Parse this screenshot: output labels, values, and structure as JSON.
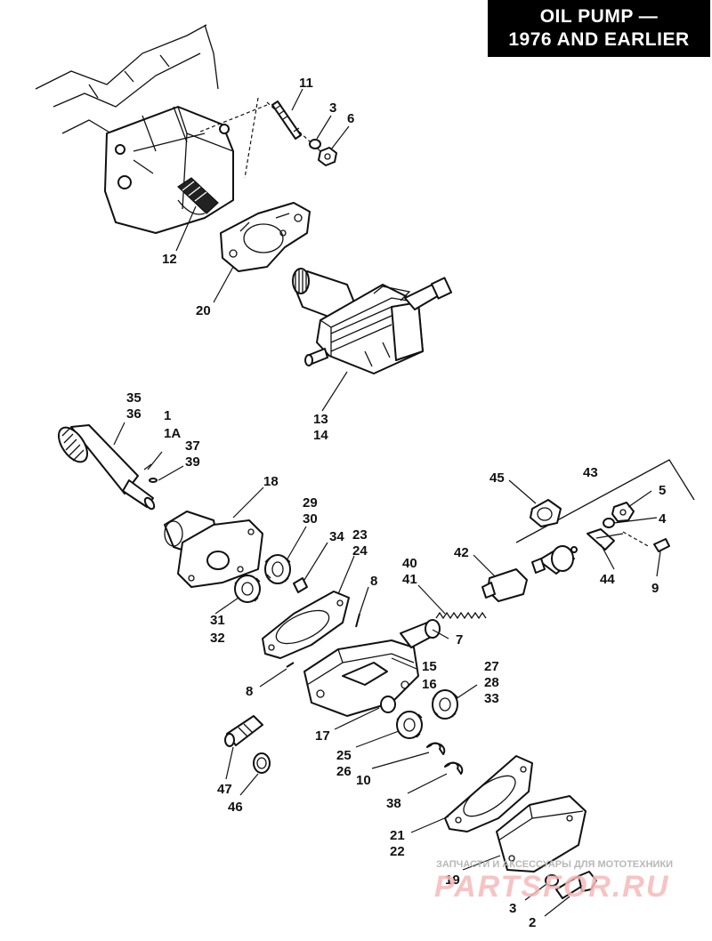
{
  "title": {
    "line1": "OIL PUMP —",
    "line2": "1976 AND EARLIER"
  },
  "callouts": [
    {
      "id": "c11",
      "text": "11"
    },
    {
      "id": "c3a",
      "text": "3"
    },
    {
      "id": "c6",
      "text": "6"
    },
    {
      "id": "c12",
      "text": "12"
    },
    {
      "id": "c20",
      "text": "20"
    },
    {
      "id": "c13",
      "text": "13"
    },
    {
      "id": "c14",
      "text": "14"
    },
    {
      "id": "c35",
      "text": "35"
    },
    {
      "id": "c36",
      "text": "36"
    },
    {
      "id": "c1",
      "text": "1"
    },
    {
      "id": "c1a",
      "text": "1A"
    },
    {
      "id": "c37",
      "text": "37"
    },
    {
      "id": "c39",
      "text": "39"
    },
    {
      "id": "c18",
      "text": "18"
    },
    {
      "id": "c29",
      "text": "29"
    },
    {
      "id": "c30",
      "text": "30"
    },
    {
      "id": "c34",
      "text": "34"
    },
    {
      "id": "c23",
      "text": "23"
    },
    {
      "id": "c24",
      "text": "24"
    },
    {
      "id": "c8a",
      "text": "8"
    },
    {
      "id": "c31",
      "text": "31"
    },
    {
      "id": "c32",
      "text": "32"
    },
    {
      "id": "c40",
      "text": "40"
    },
    {
      "id": "c41",
      "text": "41"
    },
    {
      "id": "c42",
      "text": "42"
    },
    {
      "id": "c45",
      "text": "45"
    },
    {
      "id": "c43",
      "text": "43"
    },
    {
      "id": "c5",
      "text": "5"
    },
    {
      "id": "c4",
      "text": "4"
    },
    {
      "id": "c44",
      "text": "44"
    },
    {
      "id": "c9",
      "text": "9"
    },
    {
      "id": "c7",
      "text": "7"
    },
    {
      "id": "c15",
      "text": "15"
    },
    {
      "id": "c16",
      "text": "16"
    },
    {
      "id": "c8b",
      "text": "8"
    },
    {
      "id": "c27",
      "text": "27"
    },
    {
      "id": "c28",
      "text": "28"
    },
    {
      "id": "c33",
      "text": "33"
    },
    {
      "id": "c17",
      "text": "17"
    },
    {
      "id": "c25",
      "text": "25"
    },
    {
      "id": "c26",
      "text": "26"
    },
    {
      "id": "c47",
      "text": "47"
    },
    {
      "id": "c10",
      "text": "10"
    },
    {
      "id": "c46",
      "text": "46"
    },
    {
      "id": "c38",
      "text": "38"
    },
    {
      "id": "c21",
      "text": "21"
    },
    {
      "id": "c22",
      "text": "22"
    },
    {
      "id": "c19",
      "text": "19"
    },
    {
      "id": "c3b",
      "text": "3"
    },
    {
      "id": "c2",
      "text": "2"
    }
  ],
  "watermark": {
    "line1": "ЗАПЧАСТИ И АКСЕССУАРЫ ДЛЯ МОТОТЕХНИКИ",
    "line2": "PARTSFOR.RU"
  }
}
